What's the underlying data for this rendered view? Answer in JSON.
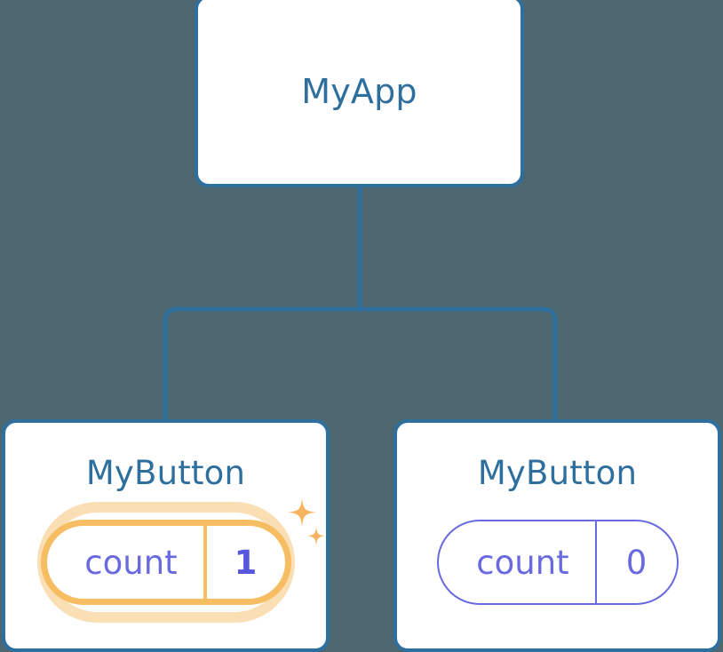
{
  "diagram": {
    "type": "component-tree",
    "background_color": "#4c6770",
    "connector_color": "#2e6f9e",
    "node_border_color": "#2e6f9e",
    "node_fill_color": "#ffffff",
    "node_title_color": "#2e6f9e",
    "state_color": "#6a6ae0",
    "highlight_color": "#f7bd63",
    "highlight_glow_color": "#fadeb4",
    "root": {
      "title": "MyApp"
    },
    "children": [
      {
        "title": "MyButton",
        "state": {
          "key": "count",
          "value": "1"
        },
        "highlighted": true,
        "sparkle_icons": [
          "sparkle-large-icon",
          "sparkle-small-icon"
        ]
      },
      {
        "title": "MyButton",
        "state": {
          "key": "count",
          "value": "0"
        },
        "highlighted": false,
        "sparkle_icons": []
      }
    ]
  }
}
